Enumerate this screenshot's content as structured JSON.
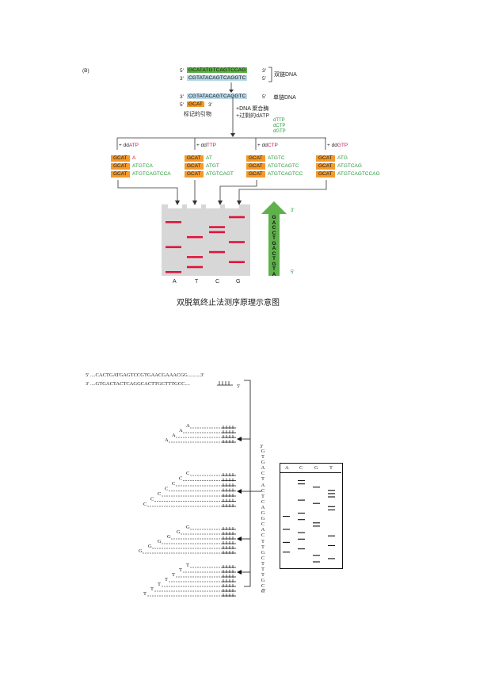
{
  "diagram_top": {
    "panel_label": "(B)",
    "ds_top": "GCATATGTCAGTCCAG",
    "ds_bottom": "CGTATACAGTCAGGTC",
    "ds_label": "双链DNA",
    "ss_seq": "CGTATACAGTCAGGTC",
    "ss_label": "单链DNA",
    "primer": "GCAT",
    "primer_label": "标记的引物",
    "five": "5'",
    "three": "3'",
    "reagent_1": "+DNA 聚合酶",
    "reagent_2": "+过剩的dATP",
    "reagent_dttp": "dTTP",
    "reagent_dctp": "dCTP",
    "reagent_dgtp": "dGTP",
    "lanes": [
      {
        "plus": "+ dd",
        "nuc": "ATP",
        "primer": "GCAT",
        "exts": [
          "A",
          "ATGTCA",
          "ATGTCAGTCCA"
        ]
      },
      {
        "plus": "+ dd",
        "nuc": "TTP",
        "primer": "GCAT",
        "exts": [
          "AT",
          "ATGT",
          "ATGTCAGT"
        ]
      },
      {
        "plus": "+ dd",
        "nuc": "CTP",
        "primer": "GCAT",
        "exts": [
          "ATGTC",
          "ATGTCAGTC",
          "ATGTCAGTCC"
        ]
      },
      {
        "plus": "+ dd",
        "nuc": "GTP",
        "primer": "GCAT",
        "exts": [
          "ATG",
          "ATGTCAG",
          "ATGTCAGTCCAG"
        ]
      }
    ],
    "gel_lanes": [
      "A",
      "T",
      "C",
      "G"
    ],
    "read_seq": "GACCTGACTGTA",
    "read_top": "3'",
    "read_bottom": "5'",
    "caption": "双脱氧终止法测序原理示意图",
    "colors": {
      "band": "#e0143c",
      "arrow": "#5fb24b",
      "gel": "#d7d7d7"
    }
  },
  "diagram_bottom": {
    "top_strand_5": "5'",
    "top_strand": "CACTGATGAGTCCGTGAACGAAACGG",
    "top_strand_3": "3'",
    "bottom_strand_3": "3'",
    "bottom_strand": "GTGACTACTCAGGCACTTGCTTTGCC",
    "bottom_strand_5": "5'",
    "groups": [
      {
        "letter": "A",
        "count": 4
      },
      {
        "letter": "C",
        "count": 7
      },
      {
        "letter": "G",
        "count": 6
      },
      {
        "letter": "T",
        "count": 7
      }
    ],
    "read_3": "3'",
    "read_seq": "GTGACTACTCAGGCACTTGCTTTGCC",
    "read_5": "5'",
    "gel_headers": [
      "A",
      "C",
      "G",
      "T"
    ]
  }
}
